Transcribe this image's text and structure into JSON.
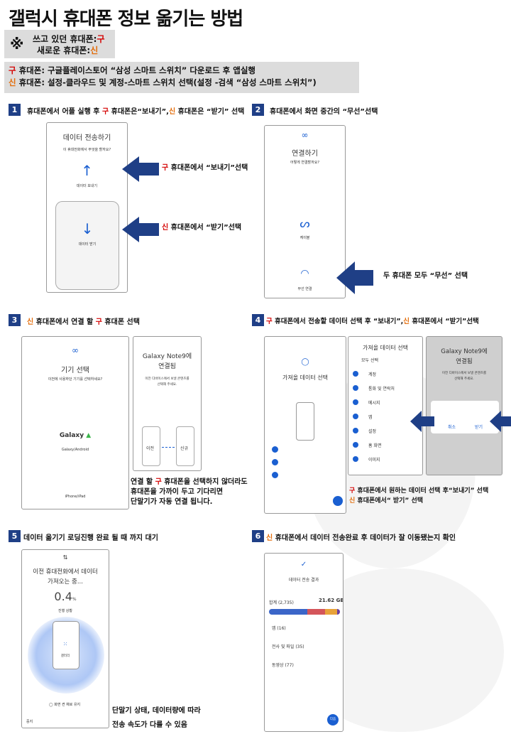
{
  "title": "갤럭시 휴대폰 정보 옮기는 방법",
  "legend": {
    "mark": "※",
    "old_prefix": "쓰고 있던 휴대폰:",
    "old_value": "구",
    "new_prefix": "새로운 휴대폰:",
    "new_value": "신"
  },
  "info": {
    "line1_tag": "구",
    "line1_text": " 휴대폰: 구글플레이스토어 “삼성 스마트 스위치” 다운로드 후 앱실행",
    "line2_tag": "신",
    "line2_text": " 휴대폰: 설정-클라우드 및 계정-스마트 스위치 선택(설정 -검색 “삼성 스마트 스위치”)"
  },
  "steps": {
    "s1": {
      "num": "1",
      "t_a": "휴대폰에서 어플 실행 후 ",
      "t_old": "구",
      "t_b": " 휴대폰은“보내기”,",
      "t_new": "신",
      "t_c": " 휴대폰은 “받기” 선택",
      "screen_title": "데이터 전송하기",
      "screen_sub": "이 휴대전화에서 무엇을 할까요?",
      "send_label": "데이터 보내기",
      "recv_label": "데이터 받기",
      "note_send_tag": "구",
      "note_send": " 휴대폰에서 “보내기”선택",
      "note_recv_tag": "신",
      "note_recv": " 휴대폰에서 “받기”선택"
    },
    "s2": {
      "num": "2",
      "text": "휴대폰에서 화면 중간의 “무선”선택",
      "screen_title": "연결하기",
      "screen_sub": "어떻게 연결할까요?",
      "cable_label": "케이블",
      "wireless_label": "무선 연결",
      "note": "두 휴대폰 모두 “무선” 선택"
    },
    "s3": {
      "num": "3",
      "t_new": "신",
      "t_a": " 휴대폰에서 연결 할 ",
      "t_old": "구",
      "t_b": " 휴대폰 선택",
      "screen_title": "기기 선택",
      "screen_sub": "이전에 사용하던 기기를 선택하세요?",
      "opt1": "Galaxy",
      "opt1_sub": "Galaxy/Android",
      "opt2_sub": "iPhone/iPad",
      "screen2_title_1": "Galaxy Note9에",
      "screen2_title_2": "연결됨",
      "screen2_sub_1": "이전 디바이스에서 보낼 콘텐츠를",
      "screen2_sub_2": "선택해 주세요.",
      "screen2_left": "이전",
      "screen2_right": "신규",
      "note_1a": "연결 할 ",
      "note_1old": "구",
      "note_1b": " 휴대폰을 선택하지 않더라도",
      "note_2": "휴대폰을 가까이 두고 기다리면",
      "note_3": "단말기가 자동 연결 됩니다."
    },
    "s4": {
      "num": "4",
      "t_old": "구",
      "t_a": " 휴대폰에서 전송할 데이터 선택 후 “보내기”,",
      "t_new": "신",
      "t_b": " 휴대폰에서 “받기”선택",
      "p1_title": "가져올 데이터 선택",
      "p2_title": "가져올 데이터 선택",
      "p2_items": [
        "계정",
        "통화 및 연락처",
        "메시지",
        "앱",
        "설정",
        "홈 화면",
        "이미지"
      ],
      "p2_all": "모두 선택",
      "p3_title_1": "Galaxy Note9에",
      "p3_title_2": "연결됨",
      "p3_sub_1": "이전 디바이스에서 보낼 콘텐츠를",
      "p3_sub_2": "선택해 주세요.",
      "p3_cancel": "취소",
      "p3_ok": "받기",
      "note_old": "구",
      "note_1": " 휴대폰에서 원하는 데이터 선택 후“보내기” 선택",
      "note_new": "신",
      "note_2": " 휴대폰에서“ 받기” 선택"
    },
    "s5": {
      "num": "5",
      "text": "데이터 옮기기 로딩진행 완료 될 때 까지 대기",
      "screen_title_1": "이전 휴대전화에서 데이터",
      "screen_title_2": "가져오는 중...",
      "percent": "0.4",
      "percent_unit": "%",
      "screen_sub": "진행 상황",
      "phone_label": "갤러리",
      "keep_label": "화면 켠 채로 유지",
      "stop_label": "중지",
      "note_1": "단말기 상태, 데이터량에 따라",
      "note_2": "전송 속도가 다를 수 있음"
    },
    "s6": {
      "num": "6",
      "t_new": "신",
      "t_a": " 휴대폰에서 데이터 전송완료 후 데이터가 잘 이동됐는지 확인",
      "screen_title": "데이터 전송 결과",
      "size": "21.62 GB",
      "size_label": "합계 (2,735)",
      "items": [
        "앱 (16)",
        "전사 및 파일 (35)",
        "동영상 (77)"
      ],
      "button": "다음"
    }
  },
  "colors": {
    "navy": "#1f3f86",
    "red": "#d40000",
    "orange": "#e36c09",
    "arrow": "#1f3f86"
  }
}
